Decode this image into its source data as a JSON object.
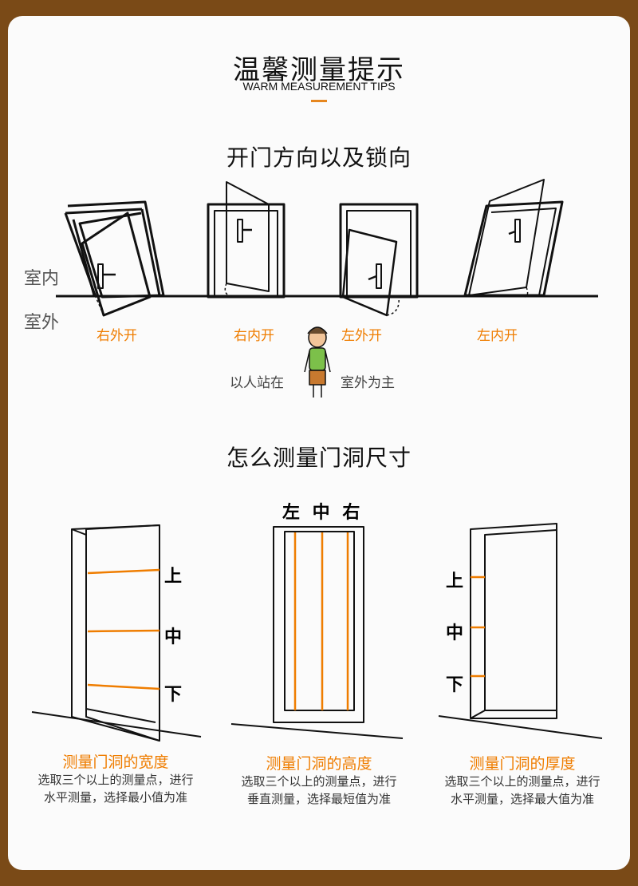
{
  "header": {
    "title": "温馨测量提示",
    "subtitle": "WARM MEASUREMENT TIPS"
  },
  "section1": {
    "heading": "开门方向以及锁向",
    "indoor_label": "室内",
    "outdoor_label": "室外",
    "doors": [
      {
        "label": "右外开"
      },
      {
        "label": "右内开"
      },
      {
        "label": "左外开"
      },
      {
        "label": "左内开"
      }
    ],
    "note_left": "以人站在",
    "note_right": "室外为主"
  },
  "section2": {
    "heading": "怎么测量门洞尺寸",
    "top_labels": "左 中 右",
    "width_marks": [
      "上",
      "中",
      "下"
    ],
    "thickness_marks": [
      "上",
      "中",
      "下"
    ],
    "captions": [
      {
        "title": "测量门洞的宽度",
        "line1": "选取三个以上的测量点，进行",
        "line2": "水平测量，选择最小值为准"
      },
      {
        "title": "测量门洞的高度",
        "line1": "选取三个以上的测量点，进行",
        "line2": "垂直测量，选择最短值为准"
      },
      {
        "title": "测量门洞的厚度",
        "line1": "选取三个以上的测量点，进行",
        "line2": "水平测量，选择最大值为准"
      }
    ]
  },
  "colors": {
    "accent": "#ef7d00",
    "frame_border": "#7a4a17"
  }
}
